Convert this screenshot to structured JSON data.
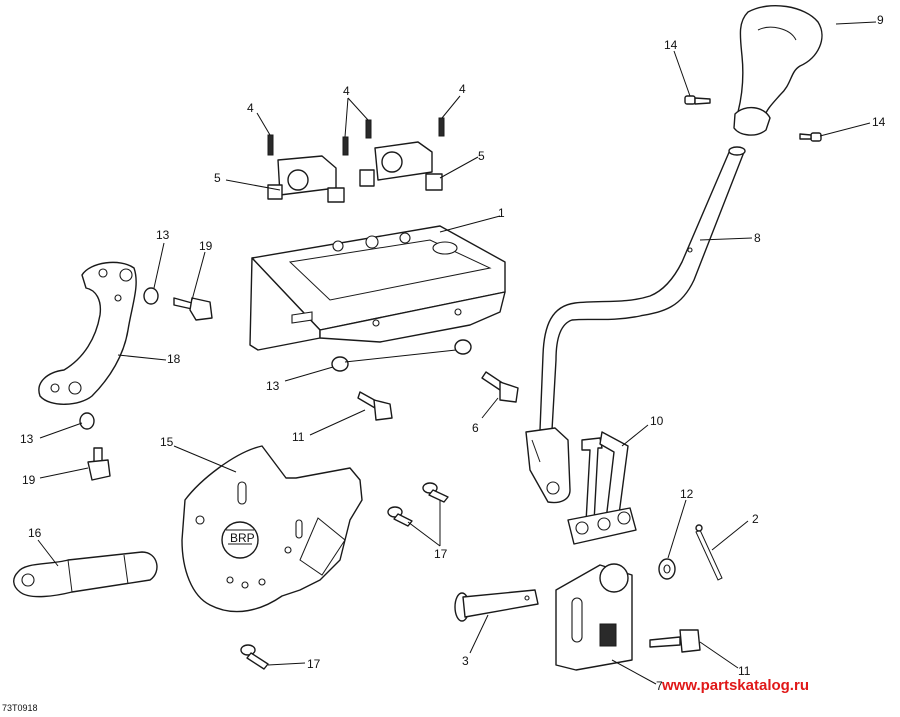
{
  "callouts": [
    "1",
    "2",
    "3",
    "4",
    "5",
    "6",
    "7",
    "8",
    "9",
    "10",
    "11",
    "12",
    "13",
    "14",
    "15",
    "16",
    "17",
    "18",
    "19"
  ],
  "drawing_code": "73T0918",
  "watermark": "www.partskatalog.ru",
  "badge": "BRP"
}
